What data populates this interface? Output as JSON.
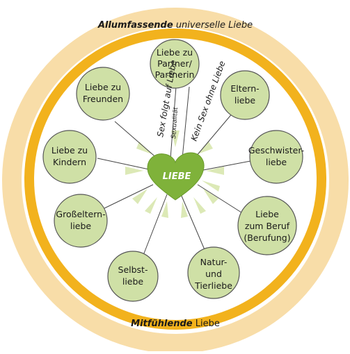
{
  "outer_ring": {
    "bold": "Allumfassende",
    "normal": " universelle Liebe"
  },
  "inner_ring": {
    "bold": "Mitfühlende",
    "normal": " Liebe"
  },
  "center": {
    "label": "LIEBE"
  },
  "nodes": [
    {
      "id": "partner",
      "lines": [
        "Liebe zu",
        "Partner/",
        "Partnerin"
      ]
    },
    {
      "id": "freunde",
      "lines": [
        "Liebe zu",
        "Freunden"
      ]
    },
    {
      "id": "eltern",
      "lines": [
        "Eltern-",
        "liebe"
      ]
    },
    {
      "id": "kinder",
      "lines": [
        "Liebe zu",
        "Kindern"
      ]
    },
    {
      "id": "geschwister",
      "lines": [
        "Geschwister-",
        "liebe"
      ]
    },
    {
      "id": "grosseltern",
      "lines": [
        "Großeltern-",
        "liebe"
      ]
    },
    {
      "id": "beruf",
      "lines": [
        "Liebe",
        "zum Beruf",
        "(Berufung)"
      ]
    },
    {
      "id": "selbst",
      "lines": [
        "Selbst-",
        "liebe"
      ]
    },
    {
      "id": "natur",
      "lines": [
        "Natur-",
        "und",
        "Tierliebe"
      ]
    }
  ],
  "line_labels": {
    "sex_folgt": "Sex folgt auf Liebe",
    "sexualitaet": "Sexualität",
    "kein_sex": "Kein Sex ohne Liebe"
  },
  "colors": {
    "outer_band": "#f8dda8",
    "inner_band": "#f2b21d",
    "node_fill": "#cfe0a6",
    "node_stroke": "#555555",
    "center_fill": "#7fb23a",
    "ray": "#dce9b6"
  }
}
